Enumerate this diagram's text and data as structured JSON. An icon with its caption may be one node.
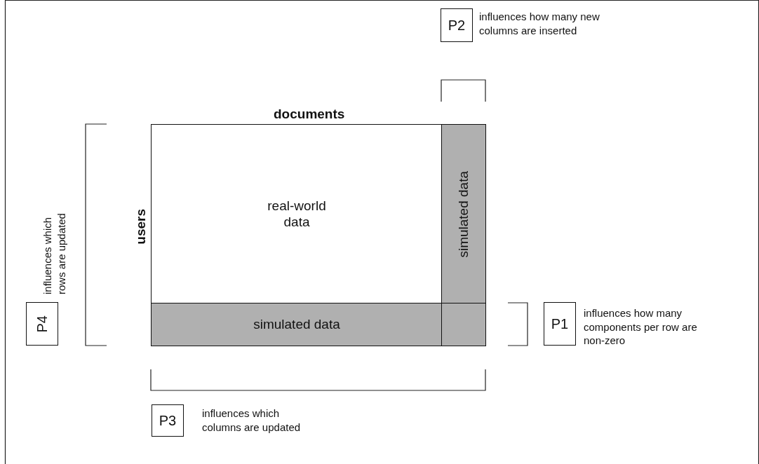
{
  "diagram": {
    "nodes": [
      {
        "text": [
          "P2"
        ],
        "beside": [
          "influences how many new columns are inserted"
        ]
      },
      {
        "text": [
          "real-world data"
        ]
      },
      {
        "text": [
          "simulated data"
        ]
      },
      {
        "text": [
          "P4"
        ],
        "beside": [
          "influences which rows are updated"
        ]
      },
      {
        "text": [
          "simulated data"
        ]
      },
      {
        "text": [],
        "shape": "box"
      },
      {
        "text": [
          "P1"
        ],
        "beside": [
          "influences how many components per row are non-zero"
        ]
      },
      {
        "text": [
          "P3"
        ],
        "beside": [
          "influences which columns are updated"
        ]
      }
    ],
    "edges": [],
    "labels": [
      "documents",
      "users"
    ]
  }
}
